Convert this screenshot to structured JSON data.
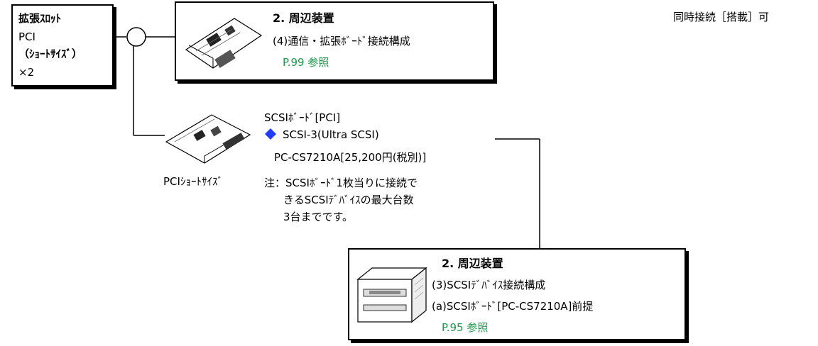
{
  "top_right_note": "同時接続［搭載］可",
  "slot_box": {
    "title": "拡張ｽﾛｯﾄ",
    "line1": "PCI",
    "line2": "（ｼｮｰﾄｻｲｽﾞ）",
    "line3": "×2"
  },
  "ref_box_1": {
    "heading": "2. 周辺装置",
    "subheading": "(4)通信・拡張ﾎﾞｰﾄﾞ接続構成",
    "page_ref": "P.99 参照"
  },
  "scsi_board": {
    "title": "SCSIﾎﾞｰﾄﾞ[PCI]",
    "bullet_icon": "diamond-bullet-icon",
    "bullet_color": "#1f3cff",
    "spec": "SCSI-3(Ultra SCSI)",
    "model": "PC-CS7210A[25,200円(税別)]",
    "image_label": "PCIｼｮｰﾄｻｲｽﾞ",
    "note_line1": "注：SCSIﾎﾞｰﾄﾞ1枚当りに接続で",
    "note_line2": "きるSCSIﾃﾞﾊﾞｲｽの最大台数",
    "note_line3": "3台までです。"
  },
  "ref_box_2": {
    "heading": "2. 周辺装置",
    "line1": "(3)SCSIﾃﾞﾊﾞｲｽ接続構成",
    "line2": "(a)SCSIﾎﾞｰﾄﾞ[PC-CS7210A]前提",
    "page_ref": "P.95 参照"
  },
  "colors": {
    "link_green": "#1a9a4a",
    "accent_blue": "#1f3cff"
  }
}
